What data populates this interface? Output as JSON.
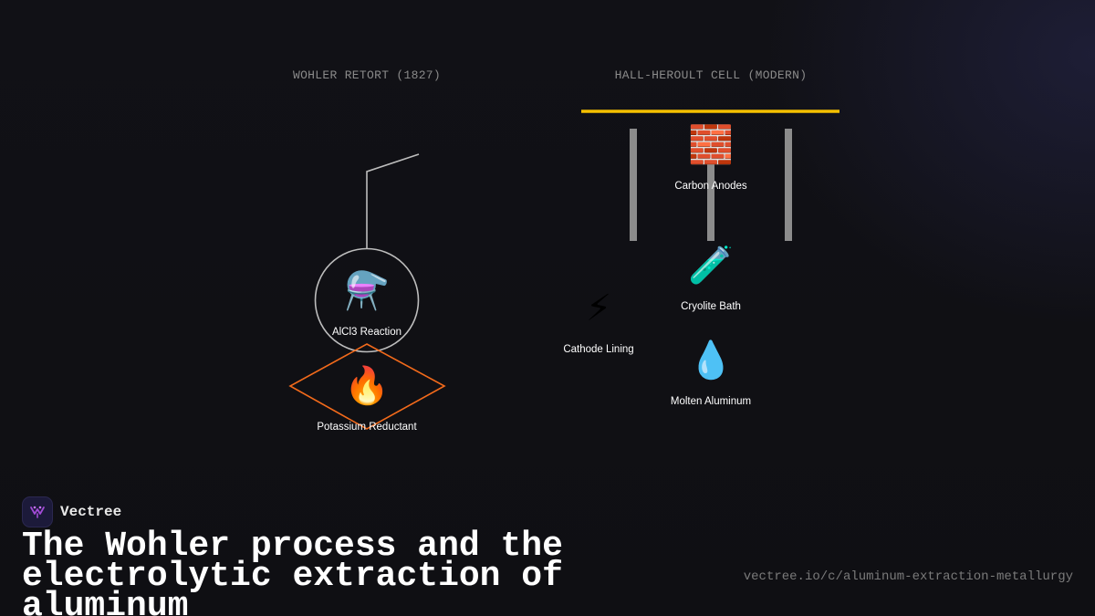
{
  "diagram": {
    "sections": {
      "wohler": "WOHLER RETORT (1827)",
      "hall": "HALL-HEROULT CELL (MODERN)"
    },
    "nodes": {
      "alcl3": {
        "icon": "⚗️",
        "icon_name": "alembic-icon",
        "label": "AlCl3 Reaction"
      },
      "potassium": {
        "icon": "🔥",
        "icon_name": "fire-icon",
        "label": "Potassium Reductant"
      },
      "anodes": {
        "icon": "🧱",
        "icon_name": "brick-icon",
        "label": "Carbon Anodes"
      },
      "cryolite": {
        "icon": "🧪",
        "icon_name": "test-tube-icon",
        "label": "Cryolite Bath"
      },
      "cathode": {
        "icon": "⚡",
        "icon_name": "lightning-icon",
        "label": "Cathode Lining"
      },
      "aluminum": {
        "icon": "💧",
        "icon_name": "droplet-icon",
        "label": "Molten Aluminum"
      }
    },
    "colors": {
      "busbar": "#f5c000",
      "reductant_outline": "#f26a1b",
      "retort_outline": "#bdbdbd",
      "electrode": "#8c8c8c"
    }
  },
  "footer": {
    "brand": "Vectree",
    "title": "The Wohler process and the electrolytic extraction of aluminum",
    "url": "vectree.io/c/aluminum-extraction-metallurgy"
  }
}
